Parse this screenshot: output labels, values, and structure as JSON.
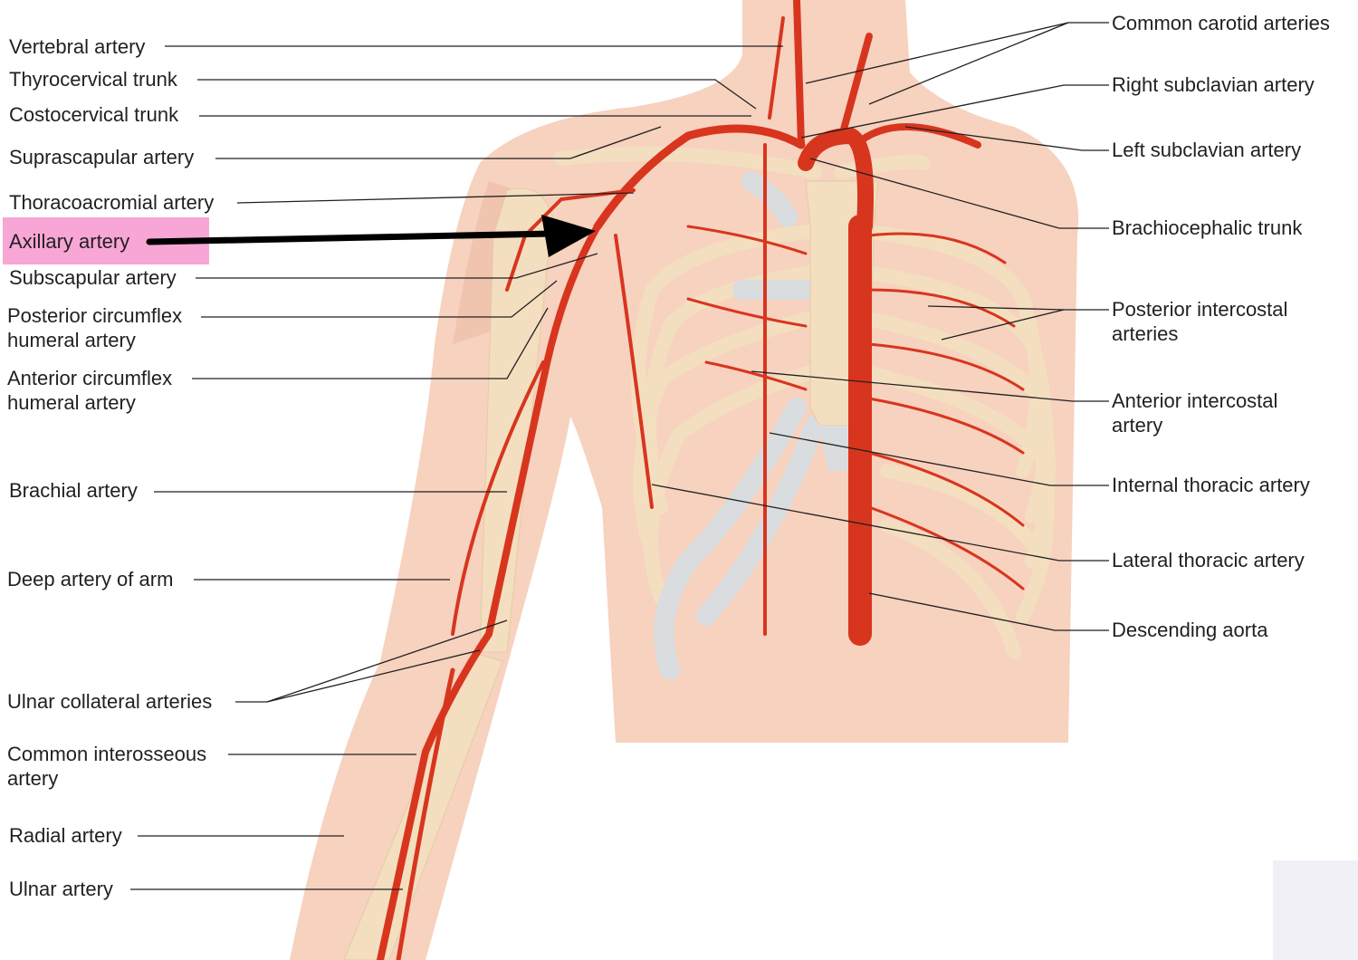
{
  "title": "Arteries of the thorax and upper limb",
  "colors": {
    "artery": "#d8351f",
    "skin": "#f6d2bf",
    "bone": "#f3dfbf",
    "cartilage": "#d9dde0",
    "highlight": "#f7a6d6",
    "leader": "#231f20"
  },
  "highlighted_label": "Axillary artery",
  "left_labels": [
    {
      "text": "Vertebral artery"
    },
    {
      "text": "Thyrocervical trunk"
    },
    {
      "text": "Costocervical trunk"
    },
    {
      "text": "Suprascapular artery"
    },
    {
      "text": "Thoracoacromial artery"
    },
    {
      "text": "Axillary artery"
    },
    {
      "text": "Subscapular artery"
    },
    {
      "text": "Posterior circumflex",
      "line2": "humeral artery"
    },
    {
      "text": "Anterior circumflex",
      "line2": "humeral artery"
    },
    {
      "text": "Brachial artery"
    },
    {
      "text": "Deep artery of arm"
    },
    {
      "text": "Ulnar collateral arteries"
    },
    {
      "text": "Common interosseous",
      "line2": "artery"
    },
    {
      "text": "Radial artery"
    },
    {
      "text": "Ulnar artery"
    }
  ],
  "right_labels": [
    {
      "text": "Common carotid arteries"
    },
    {
      "text": "Right subclavian artery"
    },
    {
      "text": "Left subclavian artery"
    },
    {
      "text": "Brachiocephalic trunk"
    },
    {
      "text": "Posterior intercostal",
      "line2": "arteries"
    },
    {
      "text": "Anterior intercostal",
      "line2": "artery"
    },
    {
      "text": "Internal thoracic artery"
    },
    {
      "text": "Lateral thoracic artery"
    },
    {
      "text": "Descending aorta"
    }
  ]
}
